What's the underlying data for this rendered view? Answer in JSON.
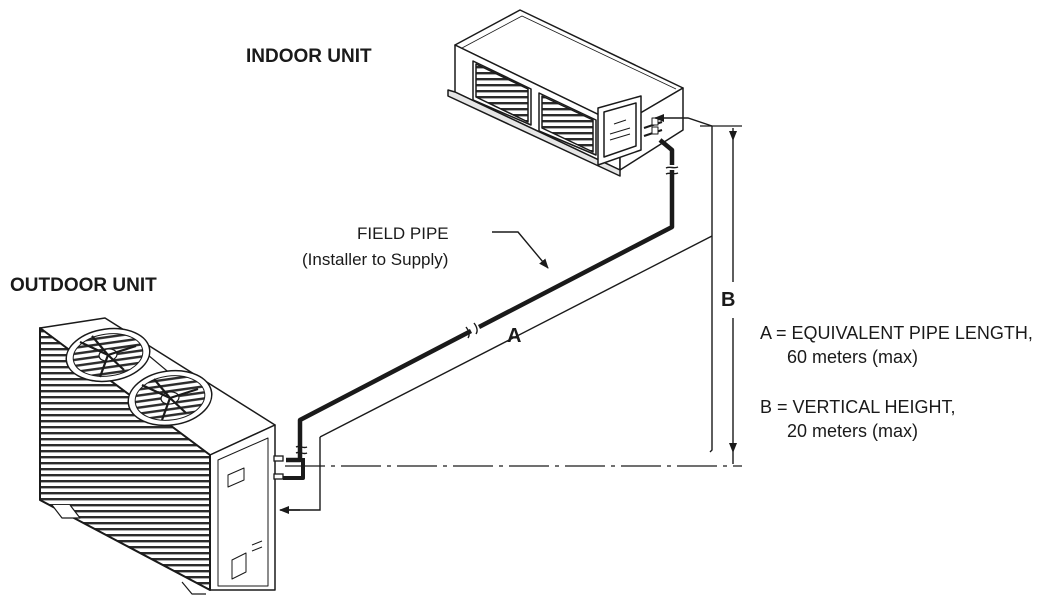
{
  "labels": {
    "indoor_unit": "INDOOR UNIT",
    "outdoor_unit": "OUTDOOR UNIT",
    "field_pipe": "FIELD PIPE",
    "field_pipe_note": "(Installer to Supply)",
    "dimension_a": "A",
    "dimension_b": "B"
  },
  "legend": {
    "a_line1": "A = EQUIVALENT PIPE LENGTH,",
    "a_line2": "60 meters (max)",
    "b_line1": "B = VERTICAL HEIGHT,",
    "b_line2": "20 meters (max)"
  },
  "colors": {
    "ink": "#1a1a1a",
    "unit_fill": "#ffffff",
    "grille": "#2b2b2b"
  },
  "icons": [
    "indoor-unit-drawing",
    "outdoor-unit-drawing",
    "fan-icon",
    "dimension-arrow"
  ]
}
